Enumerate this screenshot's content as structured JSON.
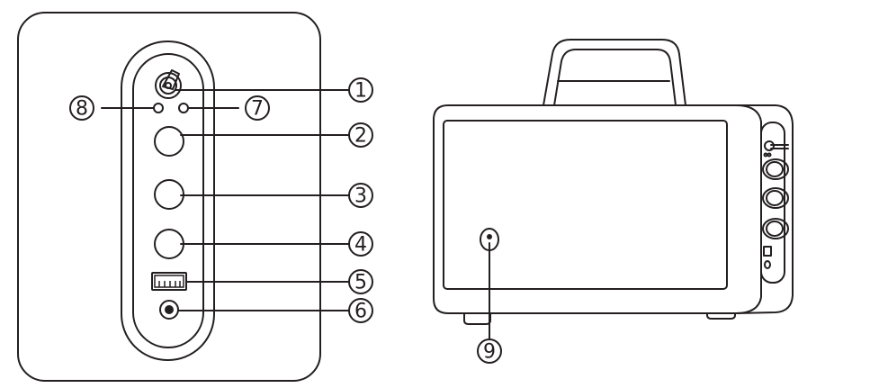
{
  "callouts": [
    {
      "id": "1",
      "label": "1"
    },
    {
      "id": "2",
      "label": "2"
    },
    {
      "id": "3",
      "label": "3"
    },
    {
      "id": "4",
      "label": "4"
    },
    {
      "id": "5",
      "label": "5"
    },
    {
      "id": "6",
      "label": "6"
    },
    {
      "id": "7",
      "label": "7"
    },
    {
      "id": "8",
      "label": "8"
    },
    {
      "id": "9",
      "label": "9"
    }
  ],
  "colors": {
    "line": "#231f20",
    "background": "#ffffff"
  }
}
